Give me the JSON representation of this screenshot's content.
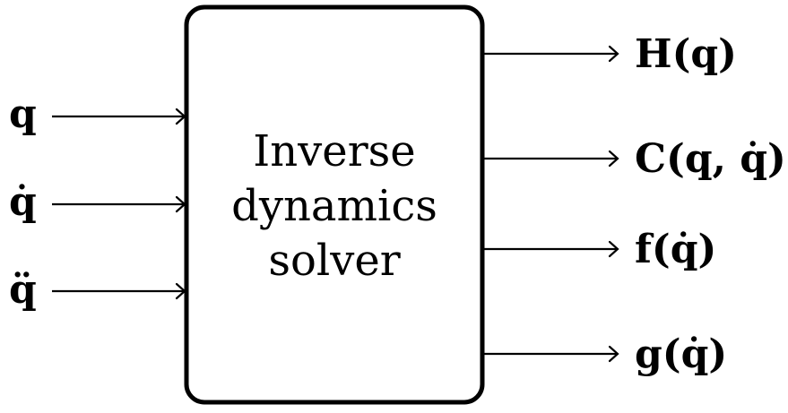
{
  "block": {
    "lines": [
      "Inverse",
      "dynamics",
      "solver"
    ]
  },
  "inputs": [
    "q",
    "q̇",
    "q̈"
  ],
  "outputs": [
    {
      "label": "H(q)"
    },
    {
      "label": "C(q, q̇)"
    },
    {
      "label": "f(q̇)"
    },
    {
      "label": "g(q̇)"
    }
  ],
  "colors": {
    "stroke": "#000000",
    "background": "#ffffff"
  }
}
